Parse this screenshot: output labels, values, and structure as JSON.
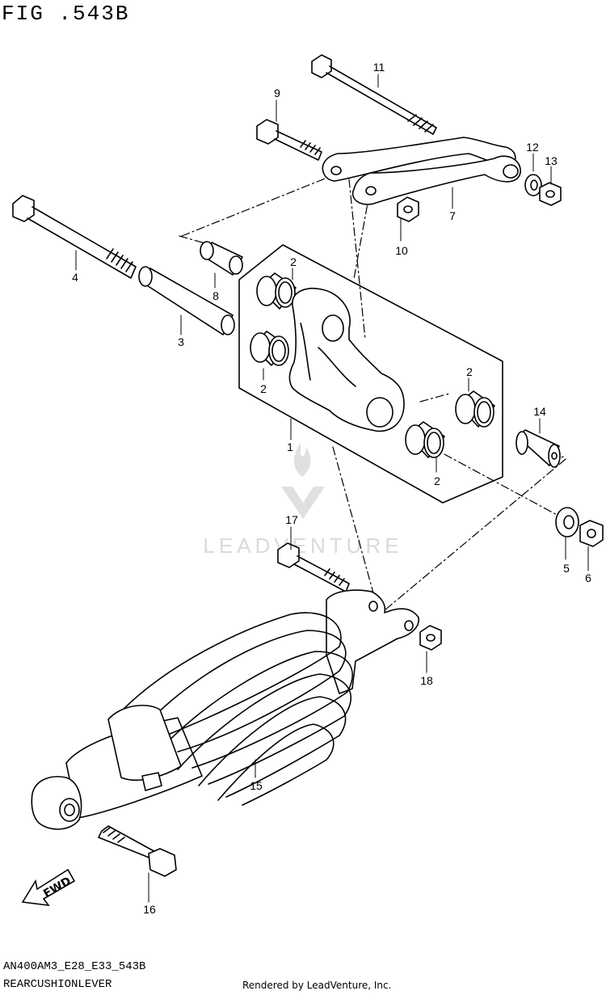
{
  "figure": {
    "title": "FIG .543B",
    "model_code": "AN400AM3_E28_E33_543B",
    "caption": "REARCUSHIONLEVER",
    "credit": "Rendered by LeadVenture, Inc."
  },
  "watermark": {
    "text": "LEADVENTURE"
  },
  "fwd_arrow": {
    "label": "FWD"
  },
  "callouts": {
    "c1": "1",
    "c2a": "2",
    "c2b": "2",
    "c2c": "2",
    "c2d": "2",
    "c3": "3",
    "c4": "4",
    "c5": "5",
    "c6": "6",
    "c7": "7",
    "c8": "8",
    "c9": "9",
    "c10": "10",
    "c11": "11",
    "c12": "12",
    "c13": "13",
    "c14": "14",
    "c15": "15",
    "c16": "16",
    "c17": "17",
    "c18": "18"
  },
  "icons": {
    "bolt": "bolt-icon",
    "nut": "nut-icon",
    "washer": "washer-icon",
    "bearing": "bearing-icon",
    "spacer": "spacer-icon",
    "lever": "cushion-lever-icon",
    "rod": "cushion-rod-icon",
    "shock": "rear-shock-absorber-icon"
  }
}
